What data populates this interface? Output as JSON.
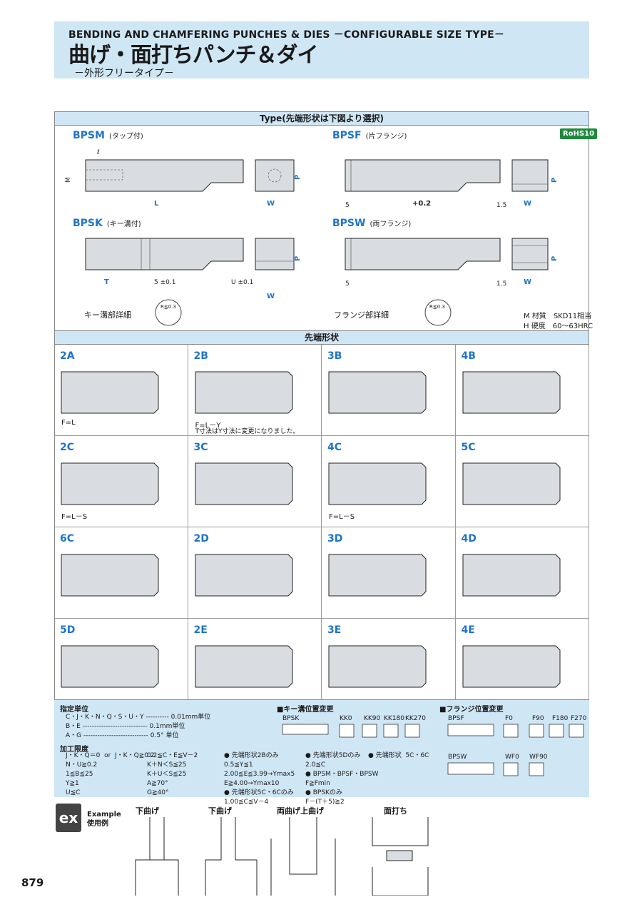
{
  "header": {
    "title_en": "BENDING AND CHAMFERING PUNCHES & DIES －CONFIGURABLE SIZE TYPE－",
    "title_jp": "曲げ・面打ちパンチ＆ダイ",
    "subtitle": "－外形フリータイプ－"
  },
  "type_section": {
    "bar": "Type(先端形状は下図より選択)",
    "rohs": "RoHS10",
    "types": [
      {
        "code": "BPSM",
        "desc": "(タップ付)"
      },
      {
        "code": "BPSF",
        "desc": "(片フランジ)"
      },
      {
        "code": "BPSK",
        "desc": "(キー溝付)"
      },
      {
        "code": "BPSW",
        "desc": "(両フランジ)"
      }
    ],
    "key_detail": "キー溝部詳細",
    "flange_detail": "フランジ部詳細",
    "r_note": "R≦0.3",
    "material_label": "材質",
    "material": "SKD11相当",
    "hardness_label": "硬度",
    "hardness": "60～63HRC"
  },
  "tip_section": {
    "bar": "先端形状",
    "cells": [
      {
        "code": "2A",
        "note": "F=L"
      },
      {
        "code": "2B",
        "note": "F=L－Y",
        "note2": "T寸法はY寸法に変更になりました。"
      },
      {
        "code": "3B",
        "note": ""
      },
      {
        "code": "4B",
        "note": ""
      },
      {
        "code": "2C",
        "note": "F=L－S"
      },
      {
        "code": "3C",
        "note": ""
      },
      {
        "code": "4C",
        "note": "F=L－S"
      },
      {
        "code": "5C",
        "note": ""
      },
      {
        "code": "6C",
        "note": ""
      },
      {
        "code": "2D",
        "note": ""
      },
      {
        "code": "3D",
        "note": ""
      },
      {
        "code": "4D",
        "note": ""
      },
      {
        "code": "5D",
        "note": ""
      },
      {
        "code": "2E",
        "note": ""
      },
      {
        "code": "3E",
        "note": ""
      },
      {
        "code": "4E",
        "note": ""
      }
    ]
  },
  "spec": {
    "unit_title": "指定単位",
    "units": [
      "C・J・K・N・Q・S・U・Y ---------- 0.01mm単位",
      "B・E ---------------------------- 0.1mm単位",
      "A・G ---------------------------- 0.5° 単位"
    ],
    "limit_title": "加工限度",
    "limits": "J・K・Q＝0  or  J・K・Q≧0.2\nN・U≧0.2\n1≦B≦25\nY≧1\nU≦C",
    "limits2": "0.2≦C・E≦V－2\nK＋N＜S≦25\nK＋U＜S≦25\nA≧70°\nG≧40°",
    "limits3": "● 先端形状2Bのみ\n0.5≦Y≦1\n2.00≦E≦3.99→Ymax5\nE≧4.00→Ymax10\n● 先端形状5C・6Cのみ\n1.00≦C≦V－4",
    "limits4": "● 先端形状5Dのみ\n2.0≦C\n● BPSM・BPSF・BPSW\nF≧Fmin\n● BPSKのみ\nF－(T＋5)≧2",
    "tbl_title": "● 先端形状  5C・6C",
    "key_title": "■キー溝位置変更",
    "key_items": [
      "BPSK",
      "KK0",
      "KK90",
      "KK180",
      "KK270"
    ],
    "flange_title": "■フランジ位置変更",
    "flange_items": [
      "BPSF",
      "F0",
      "F90",
      "F180",
      "F270",
      "BPSW",
      "WF0",
      "WF90"
    ]
  },
  "example": {
    "label1": "Example",
    "label2": "使用例",
    "titles": [
      "下曲げ",
      "下曲げ",
      "両曲げ上曲げ",
      "面打ち"
    ]
  },
  "page_number": "879"
}
